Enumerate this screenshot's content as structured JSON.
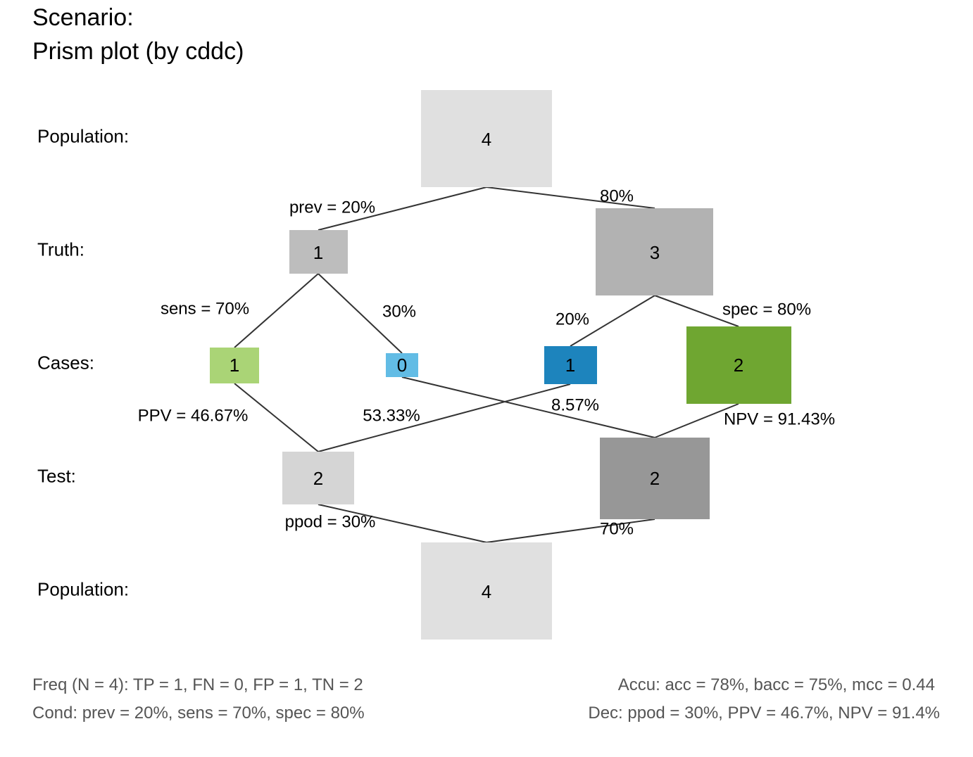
{
  "title": {
    "line1": "Scenario:",
    "line2": "Prism plot (by cddc)"
  },
  "row_labels": {
    "population_top": "Population:",
    "truth": "Truth:",
    "cases": "Cases:",
    "test": "Test:",
    "population_bottom": "Population:"
  },
  "nodes": {
    "pop_top": {
      "label": "4",
      "color": "#E0E0E0"
    },
    "cond_true": {
      "label": "1",
      "color": "#BDBDBD"
    },
    "cond_false": {
      "label": "3",
      "color": "#B2B2B2"
    },
    "hi": {
      "label": "1",
      "color": "#AAD476"
    },
    "mi": {
      "label": "0",
      "color": "#62BCE5"
    },
    "fa": {
      "label": "1",
      "color": "#1D84BD"
    },
    "cr": {
      "label": "2",
      "color": "#6FA631"
    },
    "dec_pos": {
      "label": "2",
      "color": "#D5D5D5"
    },
    "dec_neg": {
      "label": "2",
      "color": "#979797"
    },
    "pop_bottom": {
      "label": "4",
      "color": "#E0E0E0"
    }
  },
  "edge_labels": {
    "prev": "prev = 20%",
    "prev_compl": "80%",
    "sens": "sens = 70%",
    "sens_compl": "30%",
    "spec_compl": "20%",
    "spec": "spec = 80%",
    "ppv": "PPV = 46.67%",
    "ppv_compl": "53.33%",
    "npv_compl": "8.57%",
    "npv": "NPV = 91.43%",
    "ppod": "ppod = 30%",
    "ppod_compl": "70%"
  },
  "footer": {
    "freq": "Freq (N = 4):  TP = 1, FN = 0, FP = 1, TN = 2",
    "cond": "Cond:  prev = 20%, sens = 70%, spec = 80%",
    "accu": "Accu:  acc = 78%, bacc = 75%, mcc = 0.44",
    "dec": "Dec:  ppod = 30%, PPV = 46.7%, NPV = 91.4%"
  }
}
